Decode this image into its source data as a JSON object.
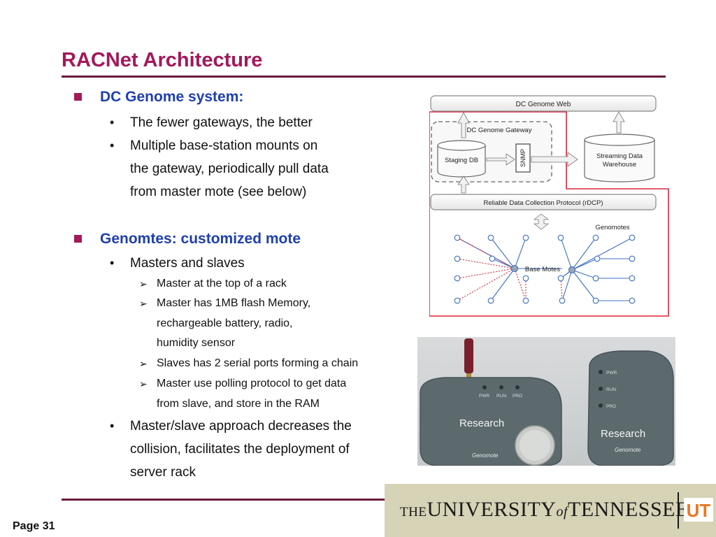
{
  "slide": {
    "title": "RACNet Architecture",
    "page_label": "Page 31"
  },
  "content": {
    "section1": {
      "heading": "DC Genome system:",
      "items": [
        "The fewer gateways, the better",
        "Multiple base-station mounts on",
        "the gateway, periodically pull data",
        "from master mote (see below)"
      ]
    },
    "section2": {
      "heading": "Genomtes: customized mote",
      "sub_heading": "Masters and slaves",
      "sub_items": [
        "Master at the top of a rack",
        "Master has 1MB flash Memory,",
        "rechargeable battery, radio,",
        "humidity sensor",
        "Slaves has 2 serial ports forming a chain",
        "Master use polling protocol to get data",
        "from slave, and store in the RAM"
      ],
      "closing": [
        "Master/slave approach decreases the",
        "collision, facilitates the deployment of",
        "server rack"
      ]
    }
  },
  "diagram": {
    "web_label": "DC Genome Web",
    "gateway_label": "DC Genome Gateway",
    "staging_label": "Staging DB",
    "snmp_label": "SNMP",
    "warehouse_line1": "Streaming Data",
    "warehouse_line2": "Warehouse",
    "rdcp_label": "Reliable Data Collection Protocol (rDCP)",
    "genomotes_label": "Genomotes",
    "base_motes_label": "Base Motes"
  },
  "photo": {
    "left_brand": "Research",
    "right_brand": "Research",
    "left_leds": [
      "PWR",
      "RUN",
      "PRO"
    ],
    "right_leds": [
      "PWR",
      "RUN",
      "PRO"
    ],
    "left_model": "Genomote",
    "right_model": "Genomote"
  },
  "branding": {
    "the": "THE",
    "university": "UNIVERSITY",
    "of": "of",
    "tennessee": "TENNESSEE",
    "logo_text": "UT",
    "banner_color": "#d6d3b6",
    "logo_color": "#e87722"
  },
  "colors": {
    "title": "#a3195b",
    "heading": "#1f3fb0",
    "rule": "#6b1a3a"
  }
}
